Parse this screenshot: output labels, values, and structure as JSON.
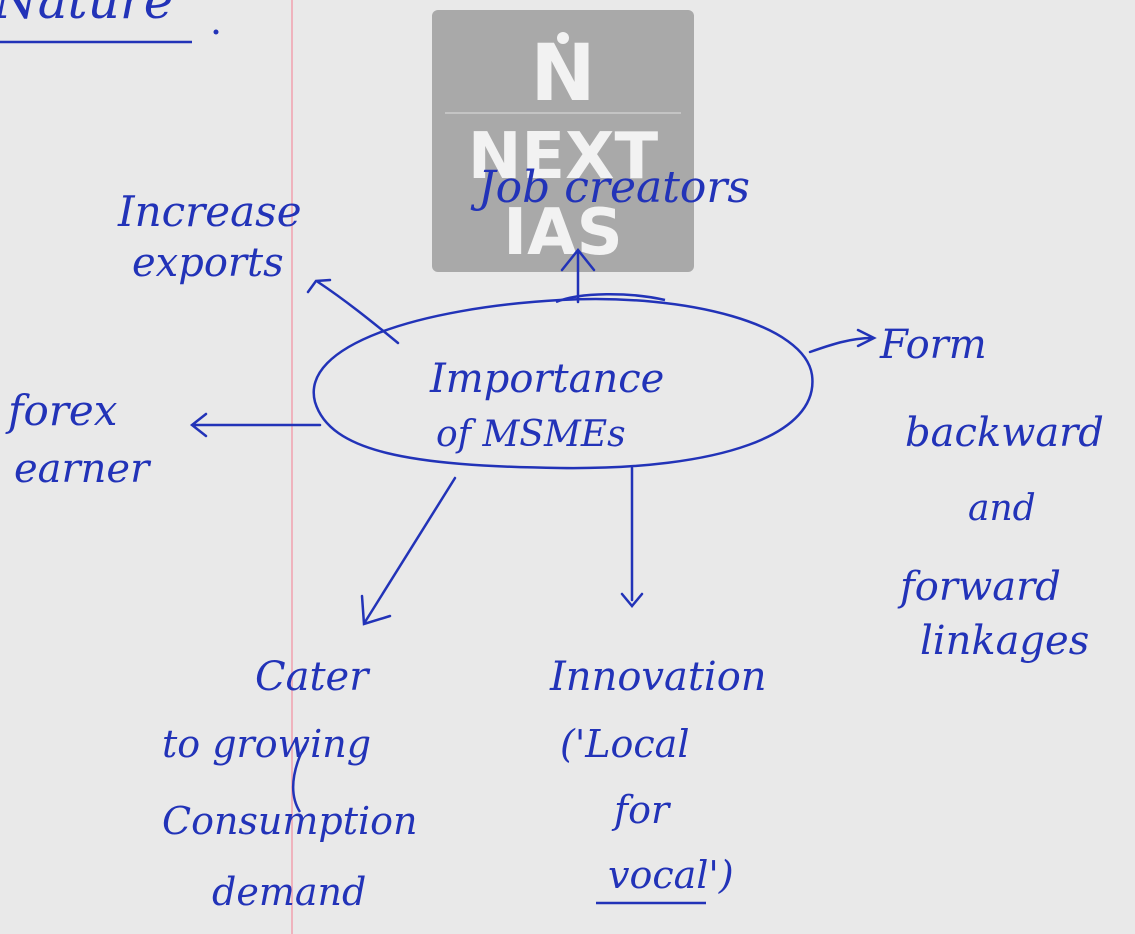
{
  "header_fragment": "Nature",
  "watermark": {
    "letter": "N",
    "line1": "NEXT",
    "line2": "IAS"
  },
  "center": {
    "line1": "Importance",
    "line2": "of MSMEs"
  },
  "nodes": {
    "job": "Job creators",
    "exports": {
      "line1": "Increase",
      "line2": "exports"
    },
    "forex": {
      "line1": "forex",
      "line2": "earner"
    },
    "linkages": {
      "line1": "Form",
      "line2": "backward",
      "line3": "and",
      "line4": "forward",
      "line5": "linkages"
    },
    "cater": {
      "line1": "Cater",
      "line2": "to growing",
      "line3": "Consumption",
      "line4": "demand"
    },
    "innovation": {
      "line1": "Innovation",
      "line2": "('Local",
      "line3": "for",
      "line4": "vocal')"
    }
  },
  "colors": {
    "ink": "#2233b8",
    "paper": "#e9e9e9",
    "margin": "#efb3bd",
    "logo_bg": "#a9a9a9"
  }
}
